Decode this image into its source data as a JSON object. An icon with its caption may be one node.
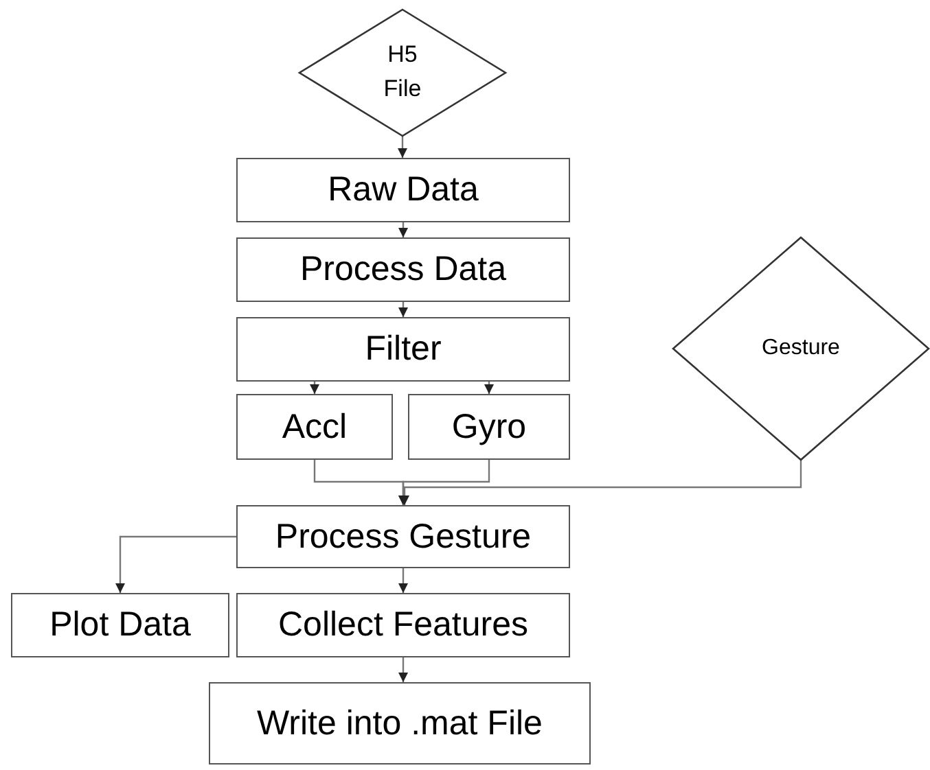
{
  "diagram": {
    "nodes": [
      {
        "text": [
          "H5 File"
        ]
      },
      {
        "text": [
          "Raw Data"
        ]
      },
      {
        "text": [
          "Process Data"
        ]
      },
      {
        "text": [
          "Filter"
        ]
      },
      {
        "text": [
          "Accl"
        ]
      },
      {
        "text": [
          "Gyro"
        ]
      },
      {
        "text": [
          "Gesture"
        ]
      },
      {
        "text": [
          "Process Gesture"
        ]
      },
      {
        "text": [
          "Plot Data"
        ]
      },
      {
        "text": [
          "Collect Features"
        ]
      },
      {
        "text": [
          "Write into .mat File"
        ]
      }
    ],
    "edges": [
      {
        "from": 0,
        "to": 1,
        "arrow": "to"
      },
      {
        "from": 1,
        "to": 2,
        "arrow": "to"
      },
      {
        "from": 2,
        "to": 3,
        "arrow": "to"
      },
      {
        "from": 3,
        "to": 4,
        "arrow": "to"
      },
      {
        "from": 3,
        "to": 5,
        "arrow": "to"
      },
      {
        "from": 4,
        "to": 7,
        "arrow": "to"
      },
      {
        "from": 5,
        "to": 7,
        "arrow": "to"
      },
      {
        "from": 6,
        "to": 7,
        "arrow": "to"
      },
      {
        "from": 7,
        "to": 8,
        "arrow": "to"
      },
      {
        "from": 7,
        "to": 9,
        "arrow": "to"
      },
      {
        "from": 9,
        "to": 10,
        "arrow": "to"
      }
    ]
  }
}
